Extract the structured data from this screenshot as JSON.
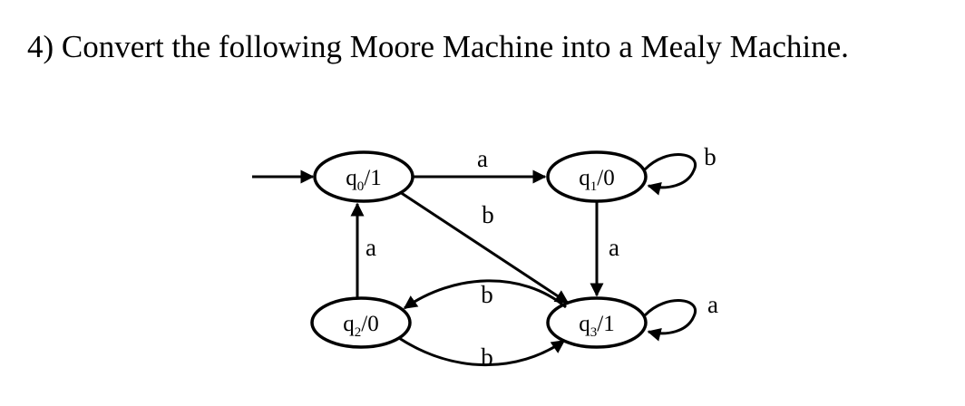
{
  "question": "4) Convert the following Moore Machine into a Mealy Machine.",
  "states": [
    {
      "id": "q0",
      "name": "q",
      "sub": "0",
      "output": "1"
    },
    {
      "id": "q1",
      "name": "q",
      "sub": "1",
      "output": "0"
    },
    {
      "id": "q2",
      "name": "q",
      "sub": "2",
      "output": "0"
    },
    {
      "id": "q3",
      "name": "q",
      "sub": "3",
      "output": "1"
    }
  ],
  "start_state": "q0",
  "transitions": [
    {
      "from": "q0",
      "to": "q1",
      "label": "a"
    },
    {
      "from": "q0",
      "to": "q3",
      "label": "b"
    },
    {
      "from": "q1",
      "to": "q1",
      "label": "b"
    },
    {
      "from": "q1",
      "to": "q3",
      "label": "a"
    },
    {
      "from": "q2",
      "to": "q0",
      "label": "a"
    },
    {
      "from": "q3",
      "to": "q2",
      "label": "b"
    },
    {
      "from": "q2",
      "to": "q3",
      "label": "b"
    },
    {
      "from": "q3",
      "to": "q3",
      "label": "a"
    }
  ]
}
